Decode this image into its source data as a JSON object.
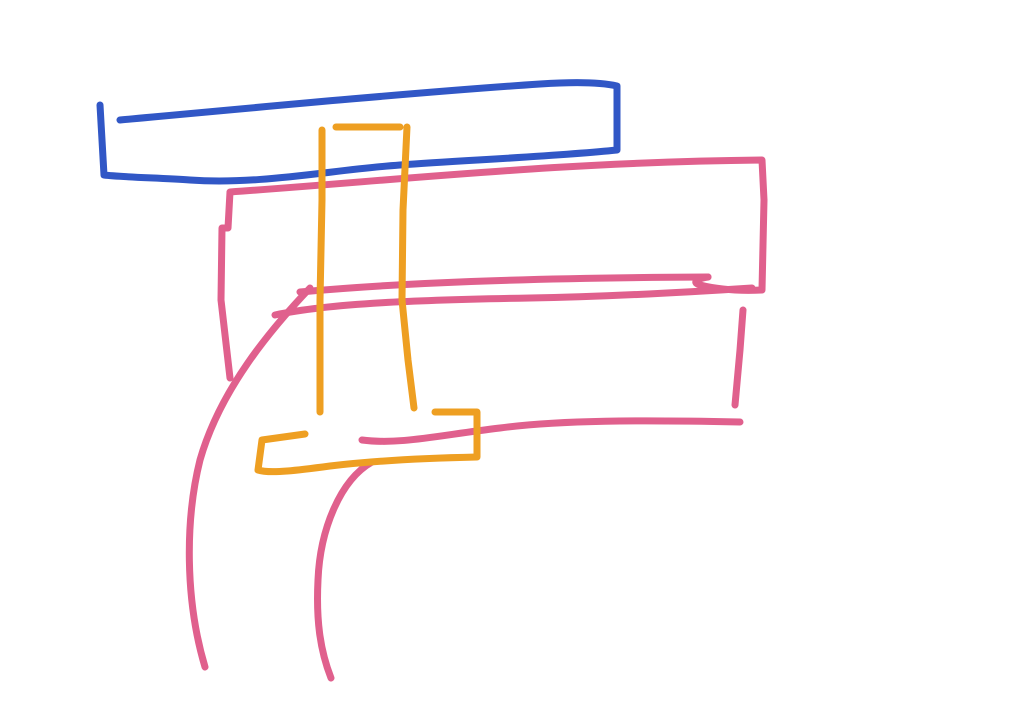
{
  "canvas": {
    "background": "#ffffff"
  },
  "colors": {
    "blue": "#3157c6",
    "pink": "#e0608d",
    "orange": "#ee9f22"
  },
  "strokes": [
    {
      "name": "blue-rectangle-stroke",
      "color": "blue"
    },
    {
      "name": "pink-upper-rectangle-stroke",
      "color": "pink"
    },
    {
      "name": "pink-middle-band-stroke",
      "color": "pink"
    },
    {
      "name": "pink-outer-curve-stroke",
      "color": "pink"
    },
    {
      "name": "pink-inner-curve-stroke",
      "color": "pink"
    },
    {
      "name": "orange-t-shape-stroke",
      "color": "orange"
    }
  ]
}
